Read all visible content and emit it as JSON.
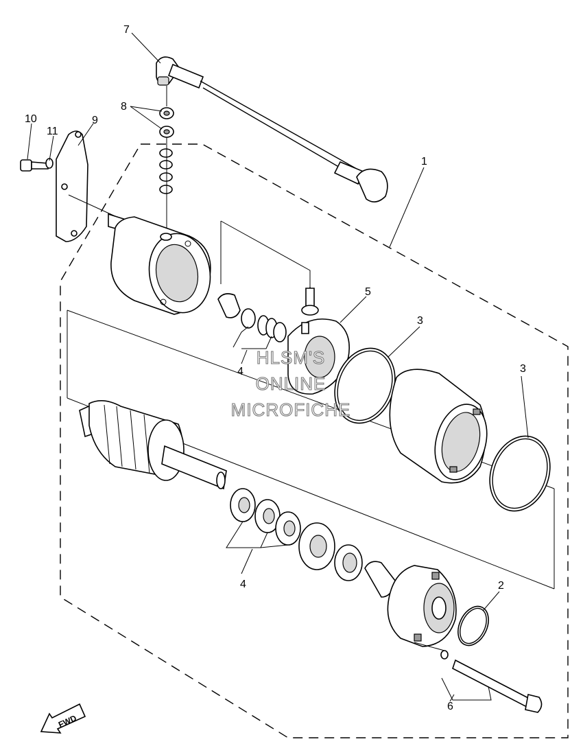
{
  "callouts": {
    "c1": "1",
    "c2": "2",
    "c3a": "3",
    "c3b": "3",
    "c4a": "4",
    "c4b": "4",
    "c5": "5",
    "c6": "6",
    "c7": "7",
    "c8": "8",
    "c9": "9",
    "c10": "10",
    "c11": "11"
  },
  "watermark": {
    "line1": "HLSM'S",
    "line2": "ONLINE",
    "line3": "MICROFICHE"
  },
  "fwd_label": "FWD"
}
